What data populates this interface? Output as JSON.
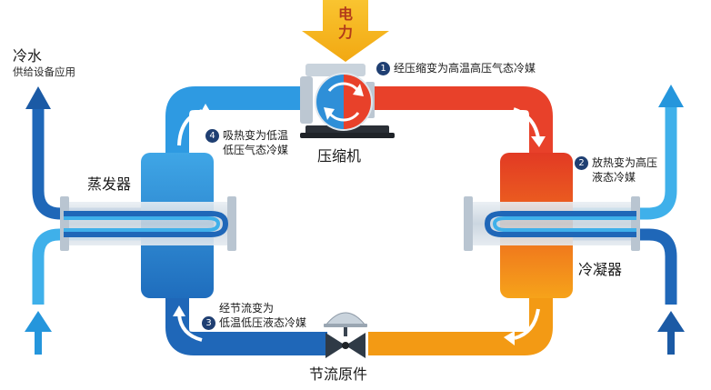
{
  "power": {
    "line1": "电",
    "line2": "力"
  },
  "compressor": {
    "label": "压缩机"
  },
  "evaporator": {
    "label": "蒸发器"
  },
  "condenser": {
    "label": "冷凝器"
  },
  "throttle": {
    "label": "节流原件"
  },
  "cold_water": {
    "title": "冷水",
    "subtitle": "供给设备应用"
  },
  "steps": [
    {
      "num": "1",
      "line1": "经压缩变为高温高压气态冷媒",
      "line2": ""
    },
    {
      "num": "2",
      "line1": "放热变为高压",
      "line2": "液态冷媒"
    },
    {
      "num": "3",
      "line1": "经节流变为",
      "line2": "低温低压液态冷媒"
    },
    {
      "num": "4",
      "line1": "吸热变为低温",
      "line2": "低压气态冷媒"
    }
  ],
  "colors": {
    "hot": "#e8412a",
    "warm": "#f08c1a",
    "cold": "#2e8fd8",
    "cold_dark": "#1f67b8",
    "arrow_dark": "#1f6bb5",
    "arrow_light": "#2d9fe0",
    "power": "#f5b21a"
  }
}
